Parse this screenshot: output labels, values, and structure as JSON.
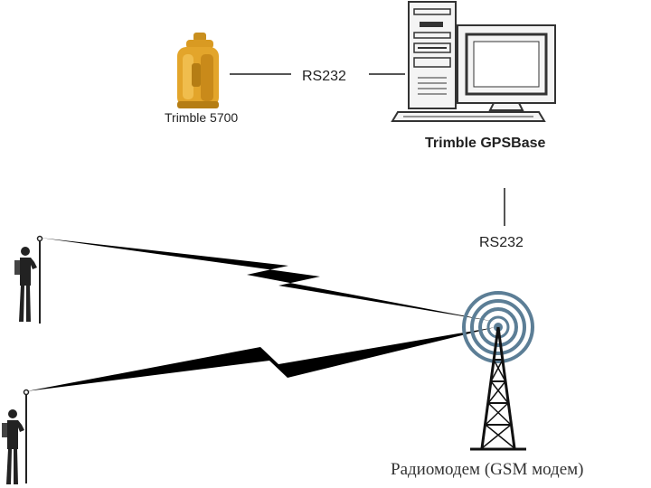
{
  "labels": {
    "receiver": "Trimble 5700",
    "rs232_top": "RS232",
    "base": "Trimble GPSBase",
    "rs232_mid": "RS232",
    "modem": "Радиомодем (GSM модем)"
  },
  "icons": [
    "gps-receiver-icon",
    "computer-icon",
    "surveyor-rover-icon",
    "radio-tower-icon",
    "radio-link-icon"
  ],
  "colors": {
    "receiver": "#e3a52b",
    "receiver_dark": "#b57d14",
    "wave": "#5c7e96",
    "line": "#333333",
    "bolt": "#000000"
  }
}
